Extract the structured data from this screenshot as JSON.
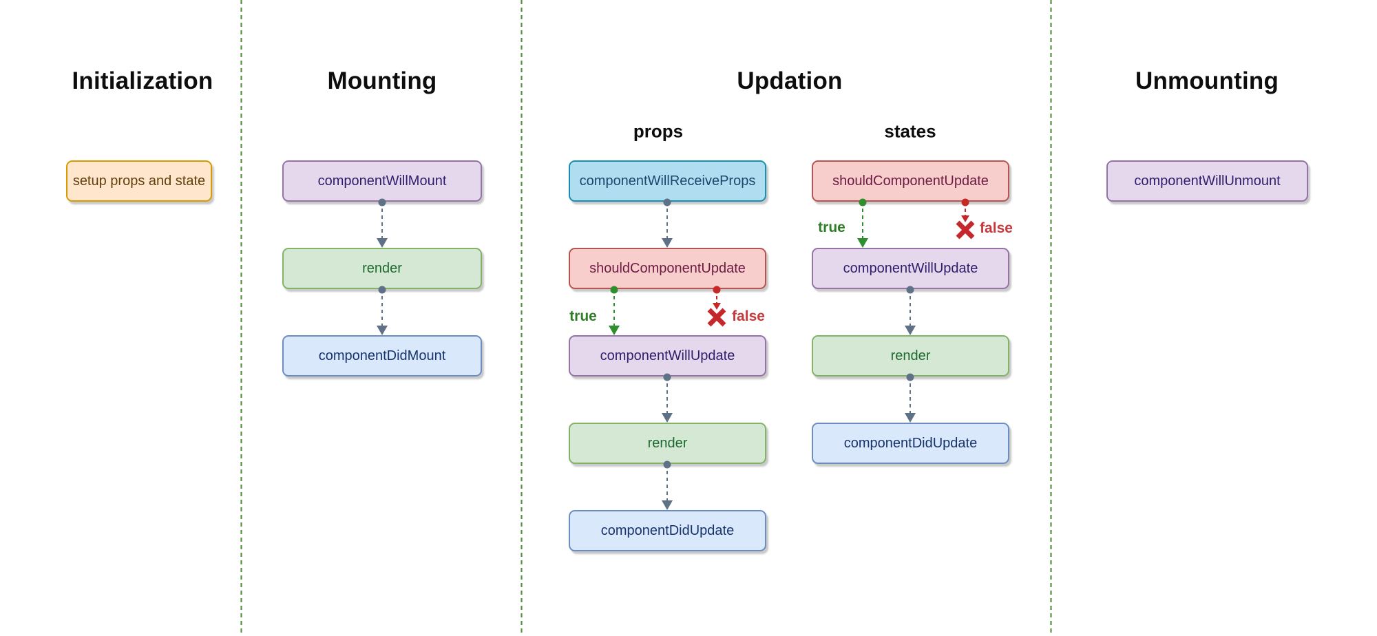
{
  "page": {
    "background": "#ffffff"
  },
  "palette": {
    "divider_green": "#579140",
    "arrow_slate": "#5e7186",
    "arrow_true_green": "#2f8f2e",
    "arrow_false_red": "#c62828",
    "orange_node": {
      "fill": "#ffe6cc",
      "stroke": "#d79b00",
      "text": "#61400b"
    },
    "purple_node": {
      "fill": "#e5d8ec",
      "stroke": "#9673a6",
      "text": "#2f1c6a"
    },
    "green_node": {
      "fill": "#d5e8d4",
      "stroke": "#82b366",
      "text": "#1d6a30"
    },
    "blue_node": {
      "fill": "#dae8fc",
      "stroke": "#6c8ebf",
      "text": "#17336b"
    },
    "cyan_node": {
      "fill": "#b1ddf0",
      "stroke": "#1490b0",
      "text": "#19486e"
    },
    "red_node": {
      "fill": "#f8cecc",
      "stroke": "#b85450",
      "text": "#6d1a43"
    }
  },
  "branch_labels": {
    "true": "true",
    "false": "false"
  },
  "sections": [
    {
      "title": "Initialization",
      "boxes": [
        {
          "label": "setup props and state",
          "color": "orange"
        }
      ]
    },
    {
      "title": "Mounting",
      "boxes": [
        {
          "label": "componentWillMount",
          "color": "purple"
        },
        {
          "label": "render",
          "color": "green"
        },
        {
          "label": "componentDidMount",
          "color": "blue"
        }
      ]
    },
    {
      "title": "Updation",
      "columns": [
        {
          "subtitle": "props",
          "boxes": [
            {
              "label": "componentWillReceiveProps",
              "color": "cyan"
            },
            {
              "label": "shouldComponentUpdate",
              "color": "red"
            },
            {
              "label": "componentWillUpdate",
              "color": "purple"
            },
            {
              "label": "render",
              "color": "green"
            },
            {
              "label": "componentDidUpdate",
              "color": "blue"
            }
          ]
        },
        {
          "subtitle": "states",
          "boxes": [
            {
              "label": "shouldComponentUpdate",
              "color": "red"
            },
            {
              "label": "componentWillUpdate",
              "color": "purple"
            },
            {
              "label": "render",
              "color": "green"
            },
            {
              "label": "componentDidUpdate",
              "color": "blue"
            }
          ]
        }
      ]
    },
    {
      "title": "Unmounting",
      "boxes": [
        {
          "label": "componentWillUnmount",
          "color": "purple"
        }
      ]
    }
  ],
  "edges": [
    {
      "from": "componentWillMount",
      "to": "render",
      "column": "mounting",
      "type": "flow"
    },
    {
      "from": "render",
      "to": "componentDidMount",
      "column": "mounting",
      "type": "flow"
    },
    {
      "from": "componentWillReceiveProps",
      "to": "shouldComponentUpdate",
      "column": "updation-props",
      "type": "flow"
    },
    {
      "from": "shouldComponentUpdate",
      "to": "componentWillUpdate",
      "column": "updation-props",
      "type": "branch-true"
    },
    {
      "from": "shouldComponentUpdate",
      "to": "stop",
      "column": "updation-props",
      "type": "branch-false"
    },
    {
      "from": "componentWillUpdate",
      "to": "render",
      "column": "updation-props",
      "type": "flow"
    },
    {
      "from": "render",
      "to": "componentDidUpdate",
      "column": "updation-props",
      "type": "flow"
    },
    {
      "from": "shouldComponentUpdate",
      "to": "componentWillUpdate",
      "column": "updation-states",
      "type": "branch-true"
    },
    {
      "from": "shouldComponentUpdate",
      "to": "stop",
      "column": "updation-states",
      "type": "branch-false"
    },
    {
      "from": "componentWillUpdate",
      "to": "render",
      "column": "updation-states",
      "type": "flow"
    },
    {
      "from": "render",
      "to": "componentDidUpdate",
      "column": "updation-states",
      "type": "flow"
    }
  ]
}
